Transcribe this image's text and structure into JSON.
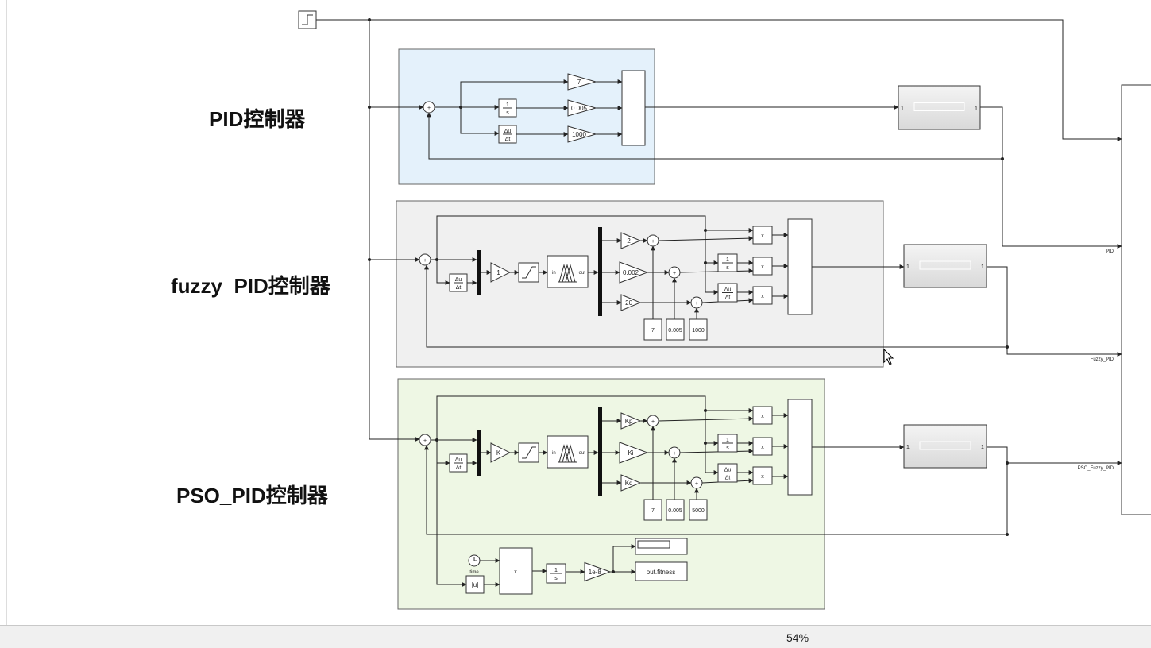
{
  "labels": {
    "pid": "PID控制器",
    "fuzzy": "fuzzy_PID控制器",
    "pso": "PSO_PID控制器"
  },
  "colors": {
    "pid_area": "#e4f1fb",
    "fuzzy_area": "#f0f0f0",
    "pso_area": "#eef7e4",
    "line": "#222222"
  },
  "blocks": {
    "integrator": {
      "num": "1",
      "den": "s"
    },
    "derivative": {
      "num": "Δu",
      "den": "Δt"
    },
    "sum_sign": "+",
    "product": "x",
    "pid": {
      "kp": "7",
      "ki": "0.005",
      "kd": "1000"
    },
    "fuzzy": {
      "gain_in": "1",
      "in_port": "in",
      "out_port": "out",
      "g1": "2",
      "g2": "0.002",
      "g3": "20",
      "c1": "7",
      "c2": "0.005",
      "c3": "1000"
    },
    "pso": {
      "gain_in": "K",
      "in_port": "in",
      "out_port": "out",
      "g1": "Kp",
      "g2": "Ki",
      "g3": "Kd",
      "c1": "7",
      "c2": "0.005",
      "c3": "5000"
    },
    "fitness": {
      "clock_label": "time",
      "abs": "|u|",
      "gain": "1e-8",
      "to_workspace": "out.fitness"
    },
    "plant_port": "1"
  },
  "signals": {
    "pid": "PID",
    "fuzzy": "Fuzzy_PID",
    "pso": "PSO_Fuzzy_PID"
  },
  "status": {
    "zoom": "54%"
  }
}
